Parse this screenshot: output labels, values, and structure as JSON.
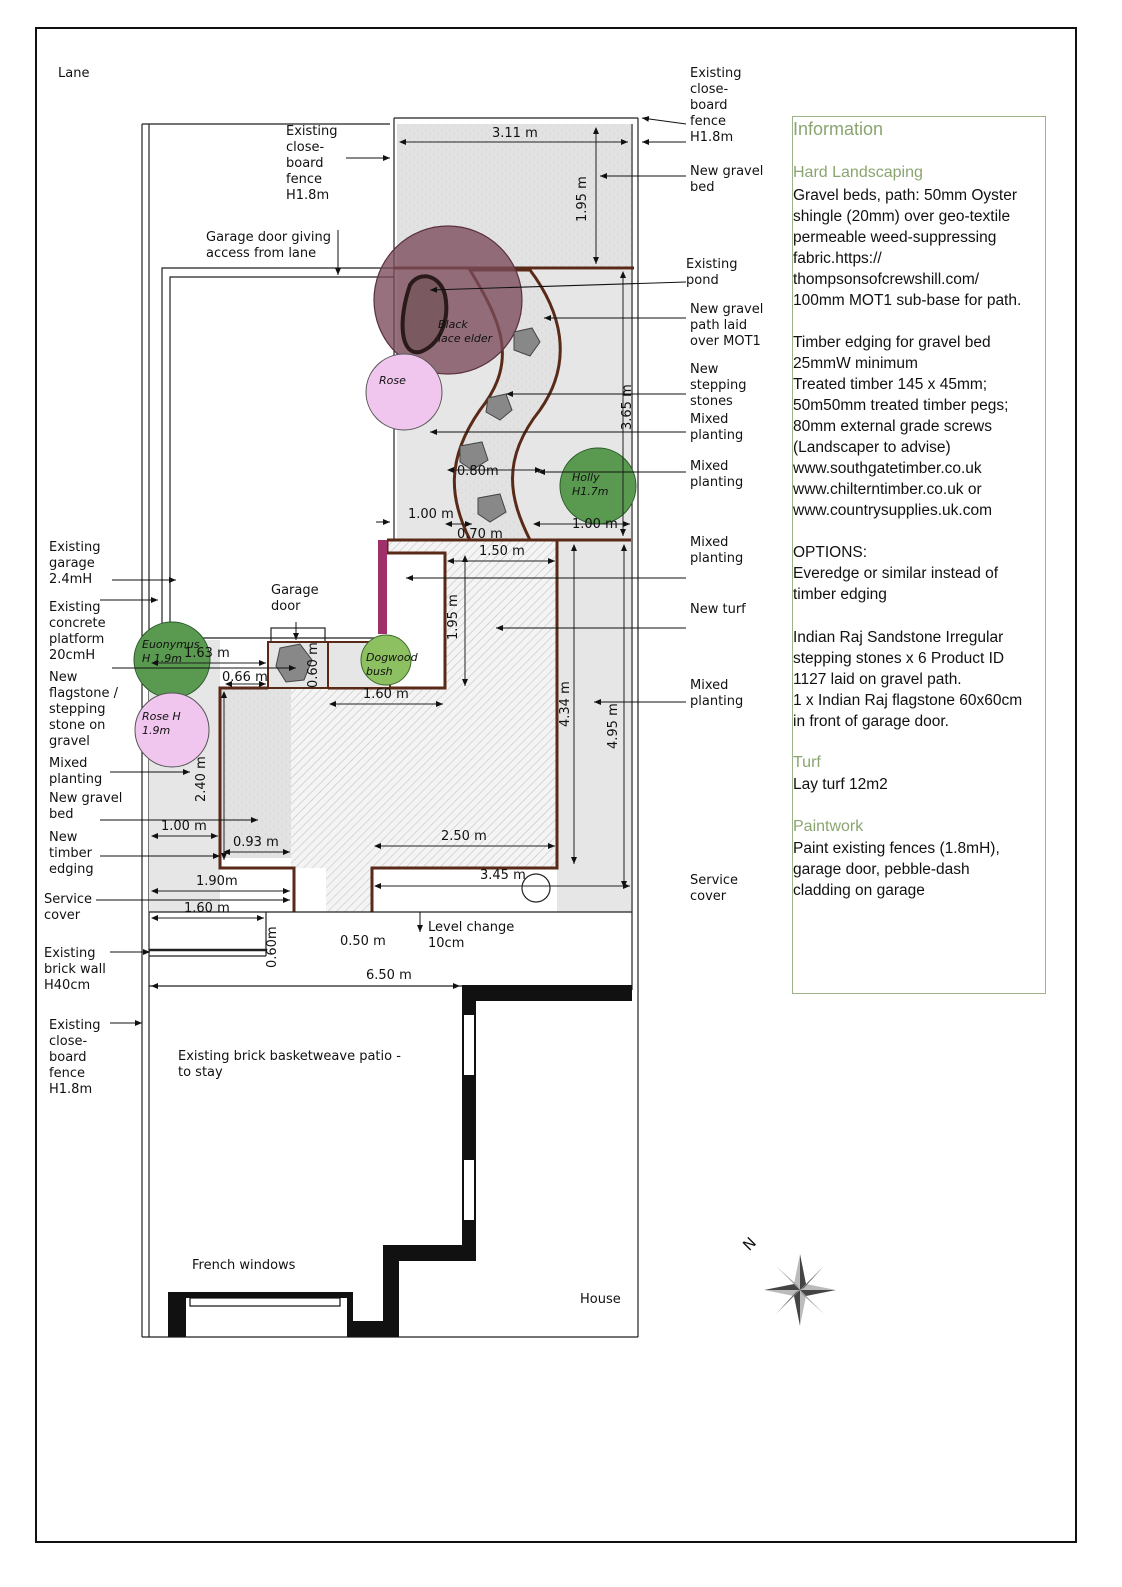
{
  "colors": {
    "timber_edge": "#5a2a18",
    "gravel": "#e4e4e4",
    "turf_hatch": "#b8b8b8",
    "elder": "#7a4a5a",
    "rose": "#f0c6ee",
    "holly": "#5a9a50",
    "dogwood": "#8cc060",
    "info_border": "#9cb38a",
    "info_heading": "#8aa570"
  },
  "labels": {
    "lane": "Lane",
    "fence_top_right": "Existing\nclose-\nboard\nfence\nH1.8m",
    "fence_top_mid": "Existing\nclose-\nboard\nfence\nH1.8m",
    "garage_door_lane": "Garage door giving\naccess from lane",
    "new_gravel_bed_top": "New gravel\nbed",
    "existing_pond": "Existing\npond",
    "new_gravel_path": "New gravel\npath laid\nover MOT1",
    "new_stepping_stones": "New\nstepping\nstones",
    "mixed_planting_1": "Mixed\nplanting",
    "mixed_planting_2": "Mixed\nplanting",
    "mixed_planting_3": "Mixed\nplanting",
    "new_turf": "New turf",
    "mixed_planting_4": "Mixed\nplanting",
    "service_cover_right": "Service\ncover",
    "existing_garage": "Existing\ngarage\n2.4mH",
    "existing_platform": "Existing\nconcrete\nplatform\n20cmH",
    "garage_door": "Garage\ndoor",
    "new_flagstone": "New\nflagstone /\nstepping\nstone on\ngravel",
    "mixed_planting_left": "Mixed\nplanting",
    "new_gravel_bed_left": "New gravel\nbed",
    "new_timber_edging": "New\ntimber\nedging",
    "service_cover_left": "Service\ncover",
    "level_change": "Level change\n10cm",
    "brick_wall": "Existing\nbrick wall\nH40cm",
    "fence_bottom_left": "Existing\nclose-\nboard\nfence\nH1.8m",
    "patio": "Existing brick basketweave patio -\nto stay",
    "french_windows": "French windows",
    "house": "House",
    "north": "N"
  },
  "plants": {
    "elder": "Black\nlace elder",
    "rose_top": "Rose",
    "holly": "Holly\nH1.7m",
    "euonymus": "Euonymus\nH 1.9m",
    "rose_left": "Rose H\n1.9m",
    "dogwood": "Dogwood\nbush"
  },
  "dims": {
    "d311": "3.11 m",
    "d195a": "1.95 m",
    "d365": "3.65 m",
    "d080": "0.80m",
    "d100a": "1.00 m",
    "d100b": "1.00 m",
    "d070": "0.70 m",
    "d150": "1.50 m",
    "d195b": "1.95 m",
    "d163": "1.63 m",
    "d060a": "0.60 m",
    "d066": "0.66 m",
    "d160a": "1.60 m",
    "d434": "4.34 m",
    "d495": "4.95 m",
    "d240": "2.40 m",
    "d100c": "1.00 m",
    "d093": "0.93 m",
    "d250": "2.50 m",
    "d190": "1.90m",
    "d345": "3.45 m",
    "d160b": "1.60 m",
    "d060b": "0.60m",
    "d050": "0.50 m",
    "d650": "6.50 m"
  },
  "info": {
    "title": "Information",
    "hard_heading": "Hard Landscaping",
    "hard_text": "Gravel beds, path: 50mm Oyster\nshingle (20mm) over geo-textile\npermeable weed-suppressing\nfabric.https://\nthompsonsofcrewshill.com/\n100mm MOT1 sub-base for path.",
    "timber_text": "Timber edging for gravel bed\n25mmW minimum\nTreated timber 145 x 45mm;\n50m50mm treated timber pegs;\n80mm external grade screws\n(Landscaper to advise)\nwww.southgatetimber.co.uk\nwww.chilterntimber.co.uk or\nwww.countrysupplies.uk.com",
    "options_text": "OPTIONS:\nEveredge or similar instead of\ntimber edging",
    "stones_text": "Indian Raj Sandstone Irregular\nstepping stones x 6 Product  ID\n1127 laid on gravel path.\n1 x Indian Raj flagstone 60x60cm\nin front of garage door.",
    "turf_heading": "Turf",
    "turf_text": "Lay turf 12m2",
    "paint_heading": "Paintwork",
    "paint_text": "Paint existing fences (1.8mH),\ngarage door, pebble-dash\ncladding on garage"
  }
}
